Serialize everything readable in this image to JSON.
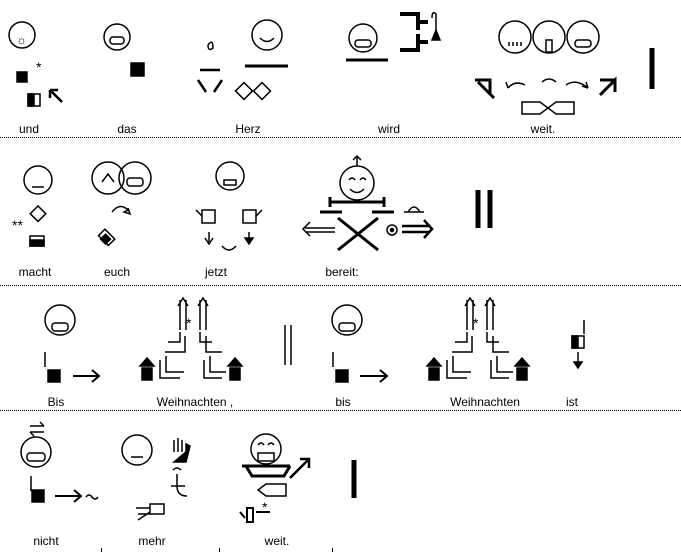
{
  "rows": [
    {
      "words": [
        "und",
        "das",
        "Herz",
        "wird",
        "weit."
      ]
    },
    {
      "words": [
        "macht",
        "euch",
        "jetzt",
        "bereit:"
      ]
    },
    {
      "words": [
        "Bis",
        "Weihnachten ,",
        "bis",
        "Weihnachten",
        "ist"
      ]
    },
    {
      "words": [
        "nicht",
        "mehr",
        "weit."
      ]
    }
  ]
}
